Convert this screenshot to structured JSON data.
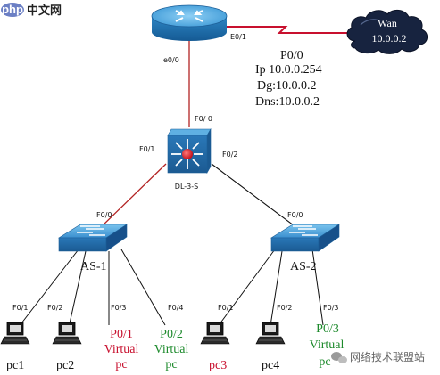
{
  "watermark_top": {
    "logo_text": "php",
    "site_text": "中文网"
  },
  "watermark_bottom": {
    "text": "网络技术联盟站"
  },
  "router": {
    "port_e0_0": "e0/0",
    "port_e0_1": "E0/1"
  },
  "wan": {
    "line1": "Wan",
    "line2": "10.0.0.2"
  },
  "router_info": {
    "port": "P0/0",
    "ip": "Ip 10.0.0.254",
    "dg": "Dg:10.0.0.2",
    "dns": "Dns:10.0.0.2"
  },
  "core_switch": {
    "name": "DL-3-S",
    "port_f0_0": "F0/ 0",
    "port_f0_1": "F0/1",
    "port_f0_2": "F0/2"
  },
  "as1": {
    "name": "AS-1",
    "uplink": "F0/0",
    "ports": [
      "F0/1",
      "F0/2",
      "F0/3",
      "F0/4"
    ]
  },
  "as2": {
    "name": "AS-2",
    "uplink": "F0/0",
    "ports": [
      "F0/1",
      "F0/2",
      "F0/3"
    ]
  },
  "hosts": {
    "pc1": "pc1",
    "pc2": "pc2",
    "vpc1_port": "P0/1",
    "vpc1_l1": "Virtual",
    "vpc1_l2": "pc",
    "vpc2_port": "P0/2",
    "vpc2_l1": "Virtual",
    "vpc2_l2": "pc",
    "pc3": "pc3",
    "pc4": "pc4",
    "vpc3_port": "P0/3",
    "vpc3_l1": "Virtual",
    "vpc3_l2": "pc"
  },
  "colors": {
    "red_label": "#c8102e",
    "green_label": "#1d8a2c",
    "link_red": "#b22222",
    "link_black": "#111111",
    "device_blue": "#1f73b7",
    "cloud": "#17233f"
  }
}
